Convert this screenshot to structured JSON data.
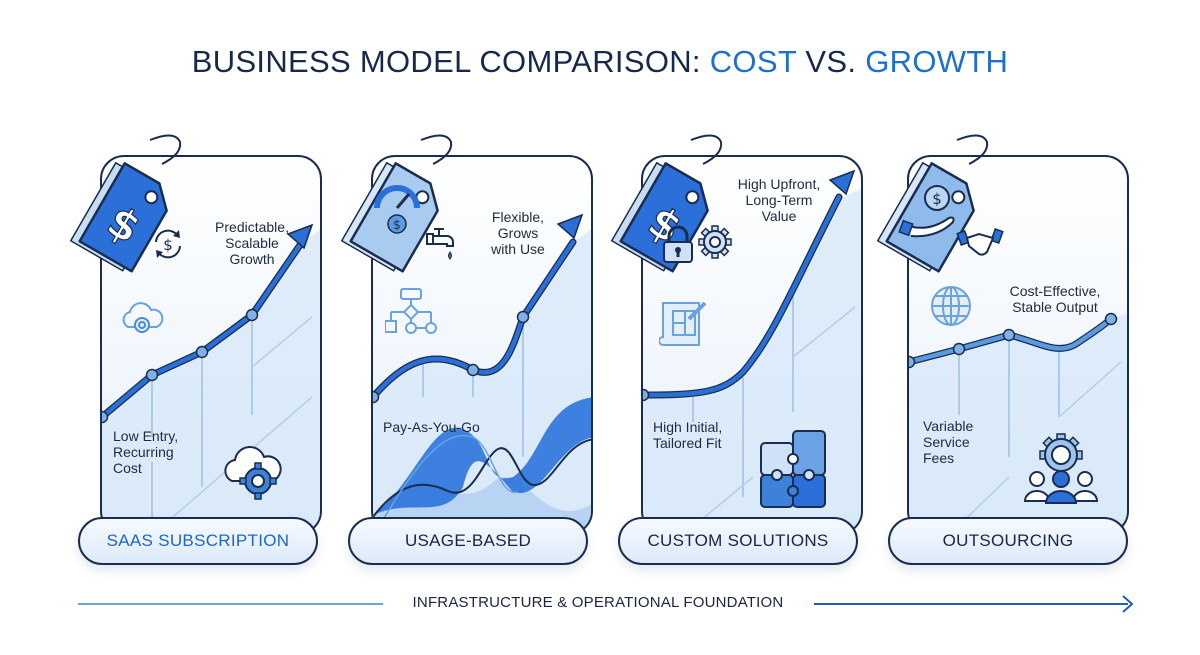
{
  "title": {
    "part1": "BUSINESS MODEL COMPARISON: ",
    "part2": "COST",
    "part3": " VS. ",
    "part4": "GROWTH"
  },
  "colors": {
    "navy": "#1b2d4f",
    "accent_blue": "#1f6fd1",
    "light_blue": "#9cc4ec",
    "fill_blue": "#dbeaf9"
  },
  "cards": [
    {
      "id": "saas",
      "pill_label": "SAAS SUBSCRIPTION",
      "top_label": [
        "Predictable,",
        "Scalable",
        "Growth"
      ],
      "bottom_label": [
        "Low Entry,",
        "Recurring",
        "Cost"
      ],
      "icons": [
        "price-tag-dollar-icon",
        "recurring-dollar-icon",
        "cloud-gear-icon",
        "cloud-gear-large-icon"
      ],
      "curve_points": [
        [
          0,
          30
        ],
        [
          1,
          38
        ],
        [
          2,
          46
        ],
        [
          3,
          60
        ],
        [
          4,
          100
        ]
      ]
    },
    {
      "id": "usage",
      "pill_label": "USAGE-BASED",
      "top_label": [
        "Flexible,",
        "Grows",
        "with Use"
      ],
      "bottom_label": [
        "Pay-As-You-Go"
      ],
      "icons": [
        "price-tag-gauge-icon",
        "faucet-icon",
        "flowchart-icon"
      ],
      "curve_points": [
        [
          0,
          40
        ],
        [
          1,
          52
        ],
        [
          2,
          44
        ],
        [
          3,
          68
        ],
        [
          4,
          100
        ]
      ]
    },
    {
      "id": "custom",
      "pill_label": "CUSTOM SOLUTIONS",
      "top_label": [
        "High Upfront,",
        "Long-Term",
        "Value"
      ],
      "bottom_label": [
        "High Initial,",
        "Tailored Fit"
      ],
      "icons": [
        "price-tag-dollar-icon",
        "lock-icon",
        "gear-icon",
        "blueprint-icon",
        "puzzle-icon"
      ],
      "curve_points": [
        [
          0,
          40
        ],
        [
          1,
          41
        ],
        [
          2,
          48
        ],
        [
          3,
          75
        ],
        [
          4,
          100
        ]
      ]
    },
    {
      "id": "outsourcing",
      "pill_label": "OUTSOURCING",
      "top_label": [
        "Cost-Effective,",
        "Stable Output"
      ],
      "bottom_label": [
        "Variable",
        "Service",
        "Fees"
      ],
      "icons": [
        "price-tag-hand-dollar-icon",
        "handshake-icon",
        "globe-icon",
        "team-gear-icon"
      ],
      "curve_points": [
        [
          0,
          50
        ],
        [
          1,
          55
        ],
        [
          2,
          60
        ],
        [
          3,
          57
        ],
        [
          4,
          68
        ]
      ]
    }
  ],
  "footer": {
    "label": "INFRASTRUCTURE & OPERATIONAL FOUNDATION"
  }
}
